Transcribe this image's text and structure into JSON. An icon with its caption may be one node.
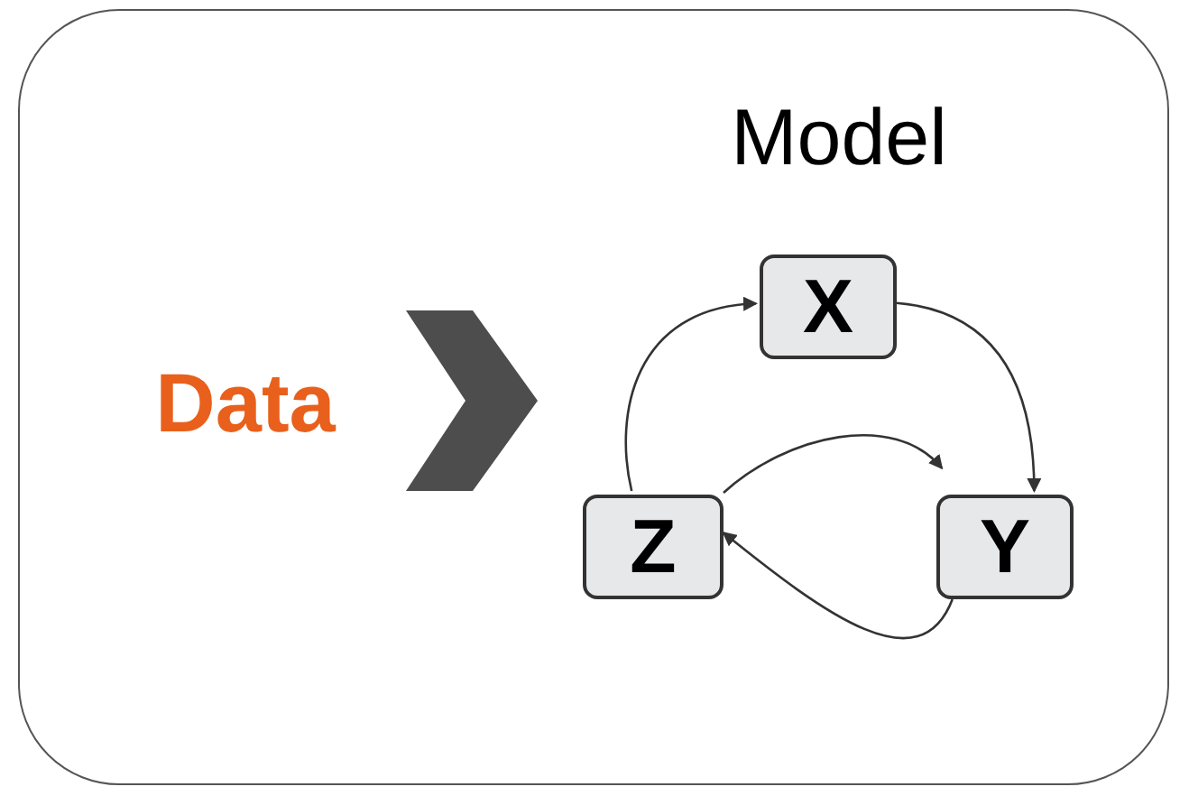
{
  "diagram": {
    "nodes": [
      {
        "text": [],
        "shape": "box"
      },
      {
        "text": [
          "Data"
        ],
        "in": 0
      },
      {
        "text": [
          "Model"
        ],
        "in": 0
      },
      {
        "text": [
          "X"
        ],
        "in": 2
      },
      {
        "text": [
          "Y"
        ],
        "in": 2
      },
      {
        "text": [
          "Z"
        ],
        "in": 2
      }
    ],
    "edges": [
      {
        "from": 1,
        "to": 2,
        "arrow": "to",
        "style": "thick",
        "color": "#4d4d4d"
      },
      {
        "from": 5,
        "to": 3,
        "arrow": "to"
      },
      {
        "from": 3,
        "to": 4,
        "arrow": "to"
      },
      {
        "from": 5,
        "to": 4,
        "arrow": "to"
      },
      {
        "from": 4,
        "to": 5,
        "arrow": "to"
      }
    ]
  }
}
